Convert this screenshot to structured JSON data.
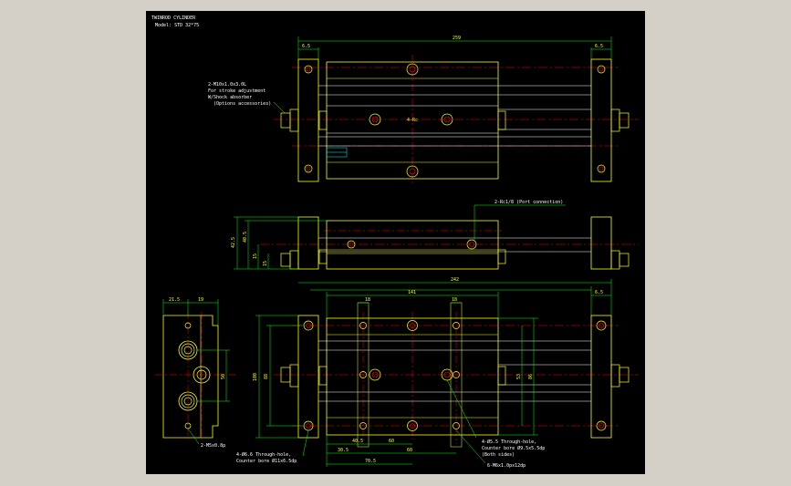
{
  "title_block": {
    "line1": "TWINROD CYLINDER",
    "line2": "Model: STD 32*75"
  },
  "colors": {
    "background": "#000000",
    "viewport": "#d4d0c8",
    "outline": "#ffff00",
    "centerline": "#ff0000",
    "dimension": "#00ff00",
    "text": "#ffffff",
    "hatch": "#00ffff"
  },
  "top_view": {
    "dim_total": "259",
    "dim_left_end": "6.5",
    "dim_right_end": "6.5",
    "note_line1": "2-M10x1.0x3.0L",
    "note_line2": "For stroke adjustment",
    "note_line3": "W/Shock absorber",
    "note_line4": "(Options accessories)",
    "center_mark": "4-Rc"
  },
  "side_view": {
    "dim_height_outer": "42.5",
    "dim_height_inner": "40.5",
    "dim_a": "15",
    "dim_b": "15",
    "note_port": "2-Rc1/8 (Port connection)"
  },
  "bottom_view": {
    "dim_total": "242",
    "dim_body": "141",
    "dim_right_end": "6.5",
    "dim_left_slot": "18",
    "dim_right_slot": "18",
    "dim_height_outer": "100",
    "dim_height_a": "88",
    "dim_height_b": "53",
    "dim_height_c": "86",
    "dim_base_a": "40.5",
    "dim_base_b": "60",
    "dim_base_c": "30.5",
    "dim_base_d": "60",
    "dim_base_e": "70.5",
    "note_through1": "4-Ø6.6 Through-hole,",
    "note_through1b": "Counter bore Ø11x6.5dp",
    "note_through2": "4-Ø5.5 Through-hole,",
    "note_through2b": "Counter bore Ø9.5x5.5dp",
    "note_through2c": "(Both sides)",
    "note_tap": "6-M6x1.0px12dp"
  },
  "end_view": {
    "dim_a": "21.5",
    "dim_b": "19",
    "dim_c": "50",
    "note_tap": "2-M5x0.8p"
  }
}
